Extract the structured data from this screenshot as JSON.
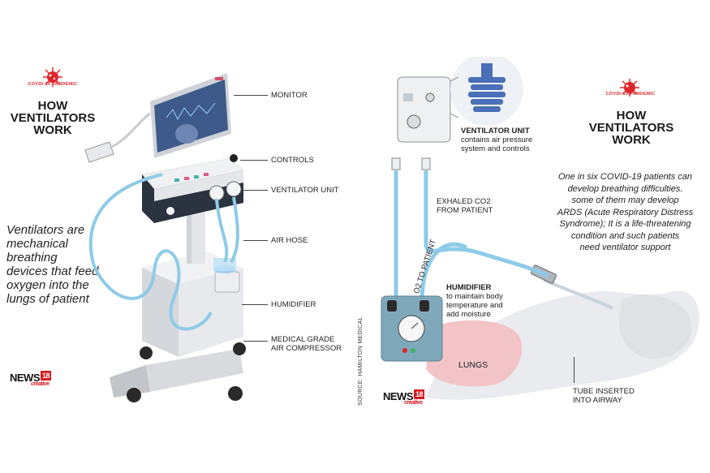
{
  "left": {
    "covid_label": "COVID-19 PANDEMIC",
    "title_lines": [
      "HOW",
      "VENTILATORS",
      "WORK"
    ],
    "intro_lines": [
      "Ventilators are",
      "mechanical",
      "breathing",
      "devices that feed",
      "oxygen into the",
      "lungs of patient"
    ],
    "callouts": {
      "monitor": "MONITOR",
      "controls": "CONTROLS",
      "ventilator_unit": "VENTILATOR UNIT",
      "air_hose": "AIR HOSE",
      "humidifier": "HUMIDIFIER",
      "compressor_line1": "MEDICAL GRADE",
      "compressor_line2": "AIR COMPRESSOR"
    },
    "brand": {
      "name": "NEWS",
      "num": "18",
      "sub": "creative"
    }
  },
  "right": {
    "covid_label": "COVID-19 PANDEMIC",
    "title_lines": [
      "HOW",
      "VENTILATORS",
      "WORK"
    ],
    "body_lines": [
      "One in six COVID-19 patients can",
      "develop breathing difficulties.",
      "some of them may develop",
      "ARDS (Acute Respiratory Distress",
      "Syndrome); It is a life-threatening",
      "condition and such patients",
      "need ventilator support"
    ],
    "ventilator_unit_title": "VENTILATOR UNIT",
    "ventilator_unit_desc_1": "contains air pressure",
    "ventilator_unit_desc_2": "system and controls",
    "exhaled_1": "EXHALED CO2",
    "exhaled_2": "FROM PATIENT",
    "o2_label": "O2 TO PATIENT",
    "humidifier_title": "HUMIDIFIER",
    "humidifier_desc_1": "to maintain body",
    "humidifier_desc_2": "temperature and",
    "humidifier_desc_3": "add moisture",
    "lungs": "LUNGS",
    "tube_1": "TUBE INSERTED",
    "tube_2": "INTO AIRWAY",
    "source": "SOURCE: HAMILTON MEDICAL",
    "brand": {
      "name": "NEWS",
      "num": "18",
      "sub": "creative"
    }
  },
  "colors": {
    "accent_red": "#e0262b",
    "hose_blue": "#8ecbe8",
    "lungs_pink": "#f2c4c8",
    "machine_dark": "#2b3340",
    "screen_blue": "#3d5a8a"
  }
}
